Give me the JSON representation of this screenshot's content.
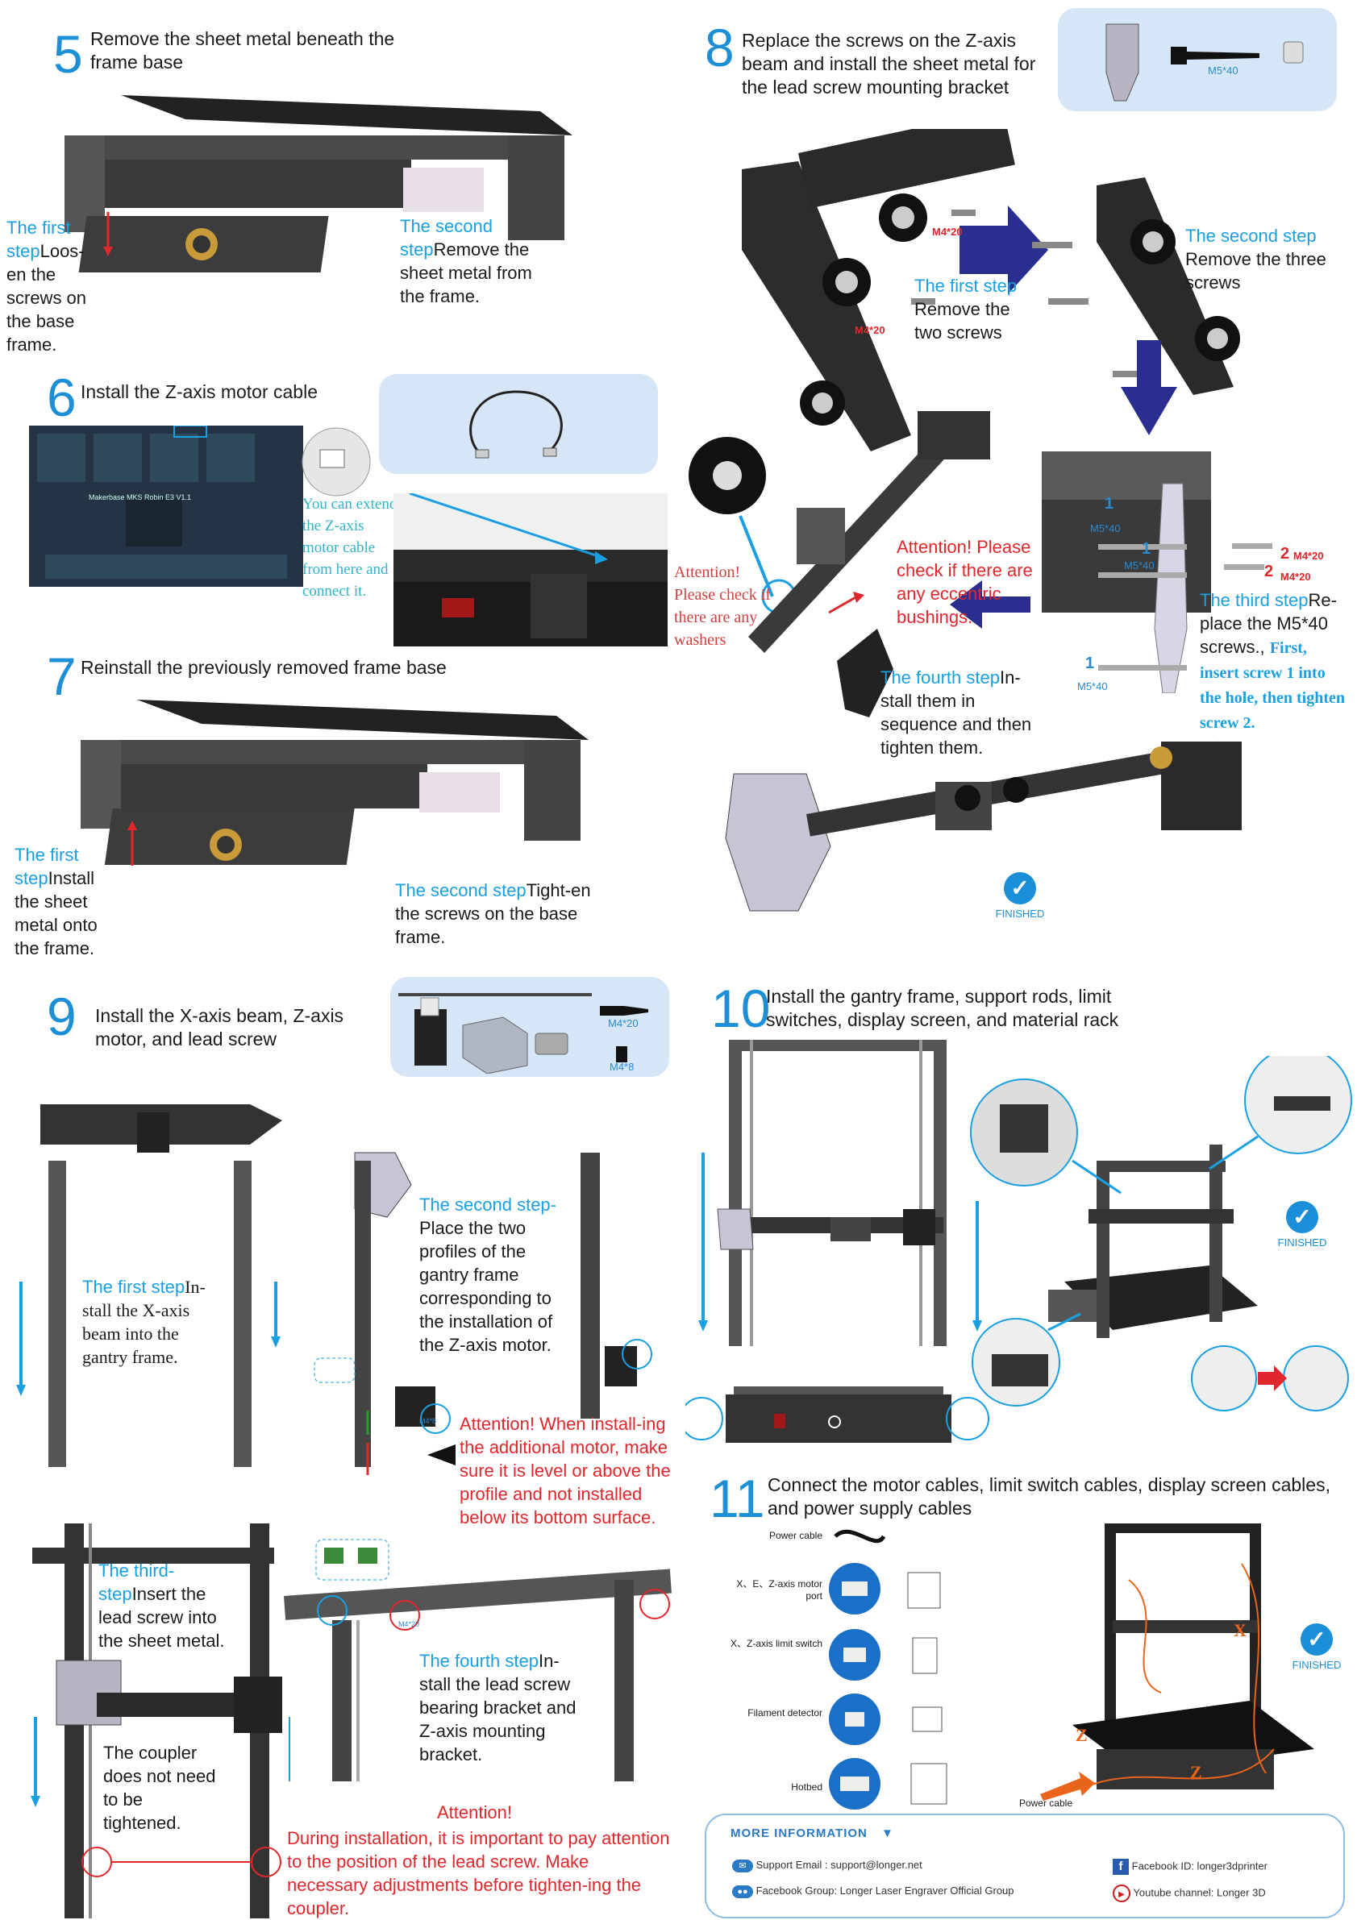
{
  "step5": {
    "num": "5",
    "title": "Remove the sheet metal beneath the frame base",
    "first_label": "The first step",
    "first_text": "Loos-en the screws on the base frame.",
    "second_label": "The second step",
    "second_text": "Remove the sheet metal from the frame."
  },
  "step6": {
    "num": "6",
    "title": "Install the Z-axis motor cable",
    "board_label": "Makerbase MKS Robin E3 V1.1",
    "note": "You can extend the Z-axis motor cable from here and connect it."
  },
  "step7": {
    "num": "7",
    "title": "Reinstall the previously removed frame base",
    "first_label": "The first step",
    "first_text": "Install the sheet metal onto the frame.",
    "second_label": "The second step",
    "second_text": "Tight-en the screws on the base frame."
  },
  "step8": {
    "num": "8",
    "title": "Replace the screws on the Z-axis beam and install the sheet metal for the lead screw mounting bracket",
    "panel_screw": "M5*40",
    "m420": "M4*20",
    "m540": "M5*40",
    "num1": "1",
    "num2": "2",
    "first_label": "The first step",
    "first_text": "Remove the two screws",
    "second_label": "The second step",
    "second_text": "Remove the three screws",
    "third_label": "The third step",
    "third_text": "Re-place the M5*40 screws.,",
    "third_note": "First, insert screw 1 into the hole, then tighten screw 2.",
    "attention": "Attention! Please check if there are any eccentric bushings.",
    "attention2": "Attention! Please check if there are any washers",
    "fourth_label": "The fourth step",
    "fourth_text": "In-stall them in sequence and then tighten them.",
    "finished": "FINISHED"
  },
  "step9": {
    "num": "9",
    "title": "Install the X-axis beam, Z-axis motor, and lead screw",
    "panel_m420": "M4*20",
    "panel_m48": "M4*8",
    "first_label": "The first step",
    "first_text": "In-stall the X-axis beam into the gantry frame.",
    "second_label": "The second step-",
    "second_text": "Place the two profiles of the gantry frame corresponding to the installation of the Z-axis motor.",
    "attention": "Attention! When install-ing the additional motor, make sure it is level or above the profile and not installed below its bottom surface.",
    "third_label": "The third-step",
    "third_text": "Insert the lead screw into the sheet metal.",
    "coupler": "The coupler does not need to be tightened.",
    "fourth_label": "The fourth step",
    "fourth_text": "In-stall the lead screw bearing bracket and Z-axis mounting bracket.",
    "attention2_title": "Attention!",
    "attention2_text": "During installation, it is important to pay attention to the position of the lead screw. Make necessary adjustments before tighten-ing the coupler.",
    "m48": "M4*8",
    "m420": "M4*20"
  },
  "step10": {
    "num": "10",
    "title": "Install the gantry frame, support rods, limit switches, display screen, and material rack",
    "finished": "FINISHED"
  },
  "step11": {
    "num": "11",
    "title": "Connect the motor cables, limit switch cables, display screen cables, and power supply cables",
    "rows": [
      "Power cable",
      "X、E、Z-axis motor port",
      "X、Z-axis limit switch",
      "Filament detector",
      "Hotbed"
    ],
    "power_label": "Power cable",
    "finished": "FINISHED",
    "axis_x": "X",
    "axis_z": "Z"
  },
  "footer": {
    "title": "MORE INFORMATION",
    "support": "Support Email : support@longer.net",
    "facebook_group": "Facebook Group: Longer Laser Engraver Official Group",
    "facebook_id": "Facebook ID: longer3dprinter",
    "youtube": "Youtube channel: Longer 3D"
  },
  "colors": {
    "accent": "#1aa0e0",
    "attention": "#e0272c",
    "panel": "#d6e6f6",
    "arrow": "#2a2f8f"
  }
}
